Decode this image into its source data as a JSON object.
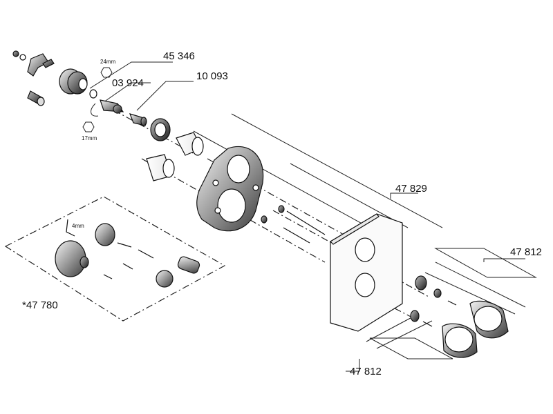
{
  "labels": {
    "p45346": "45 346",
    "p03924": "03 924",
    "p10093": "10 093",
    "p47829": "47 829",
    "p47812_top": "47 812",
    "p47812_bottom": "47 812",
    "p47780": "*47 780"
  },
  "dims": {
    "hex_top": "24mm",
    "hex_bottom": "17mm",
    "allen_key": "4mm"
  }
}
